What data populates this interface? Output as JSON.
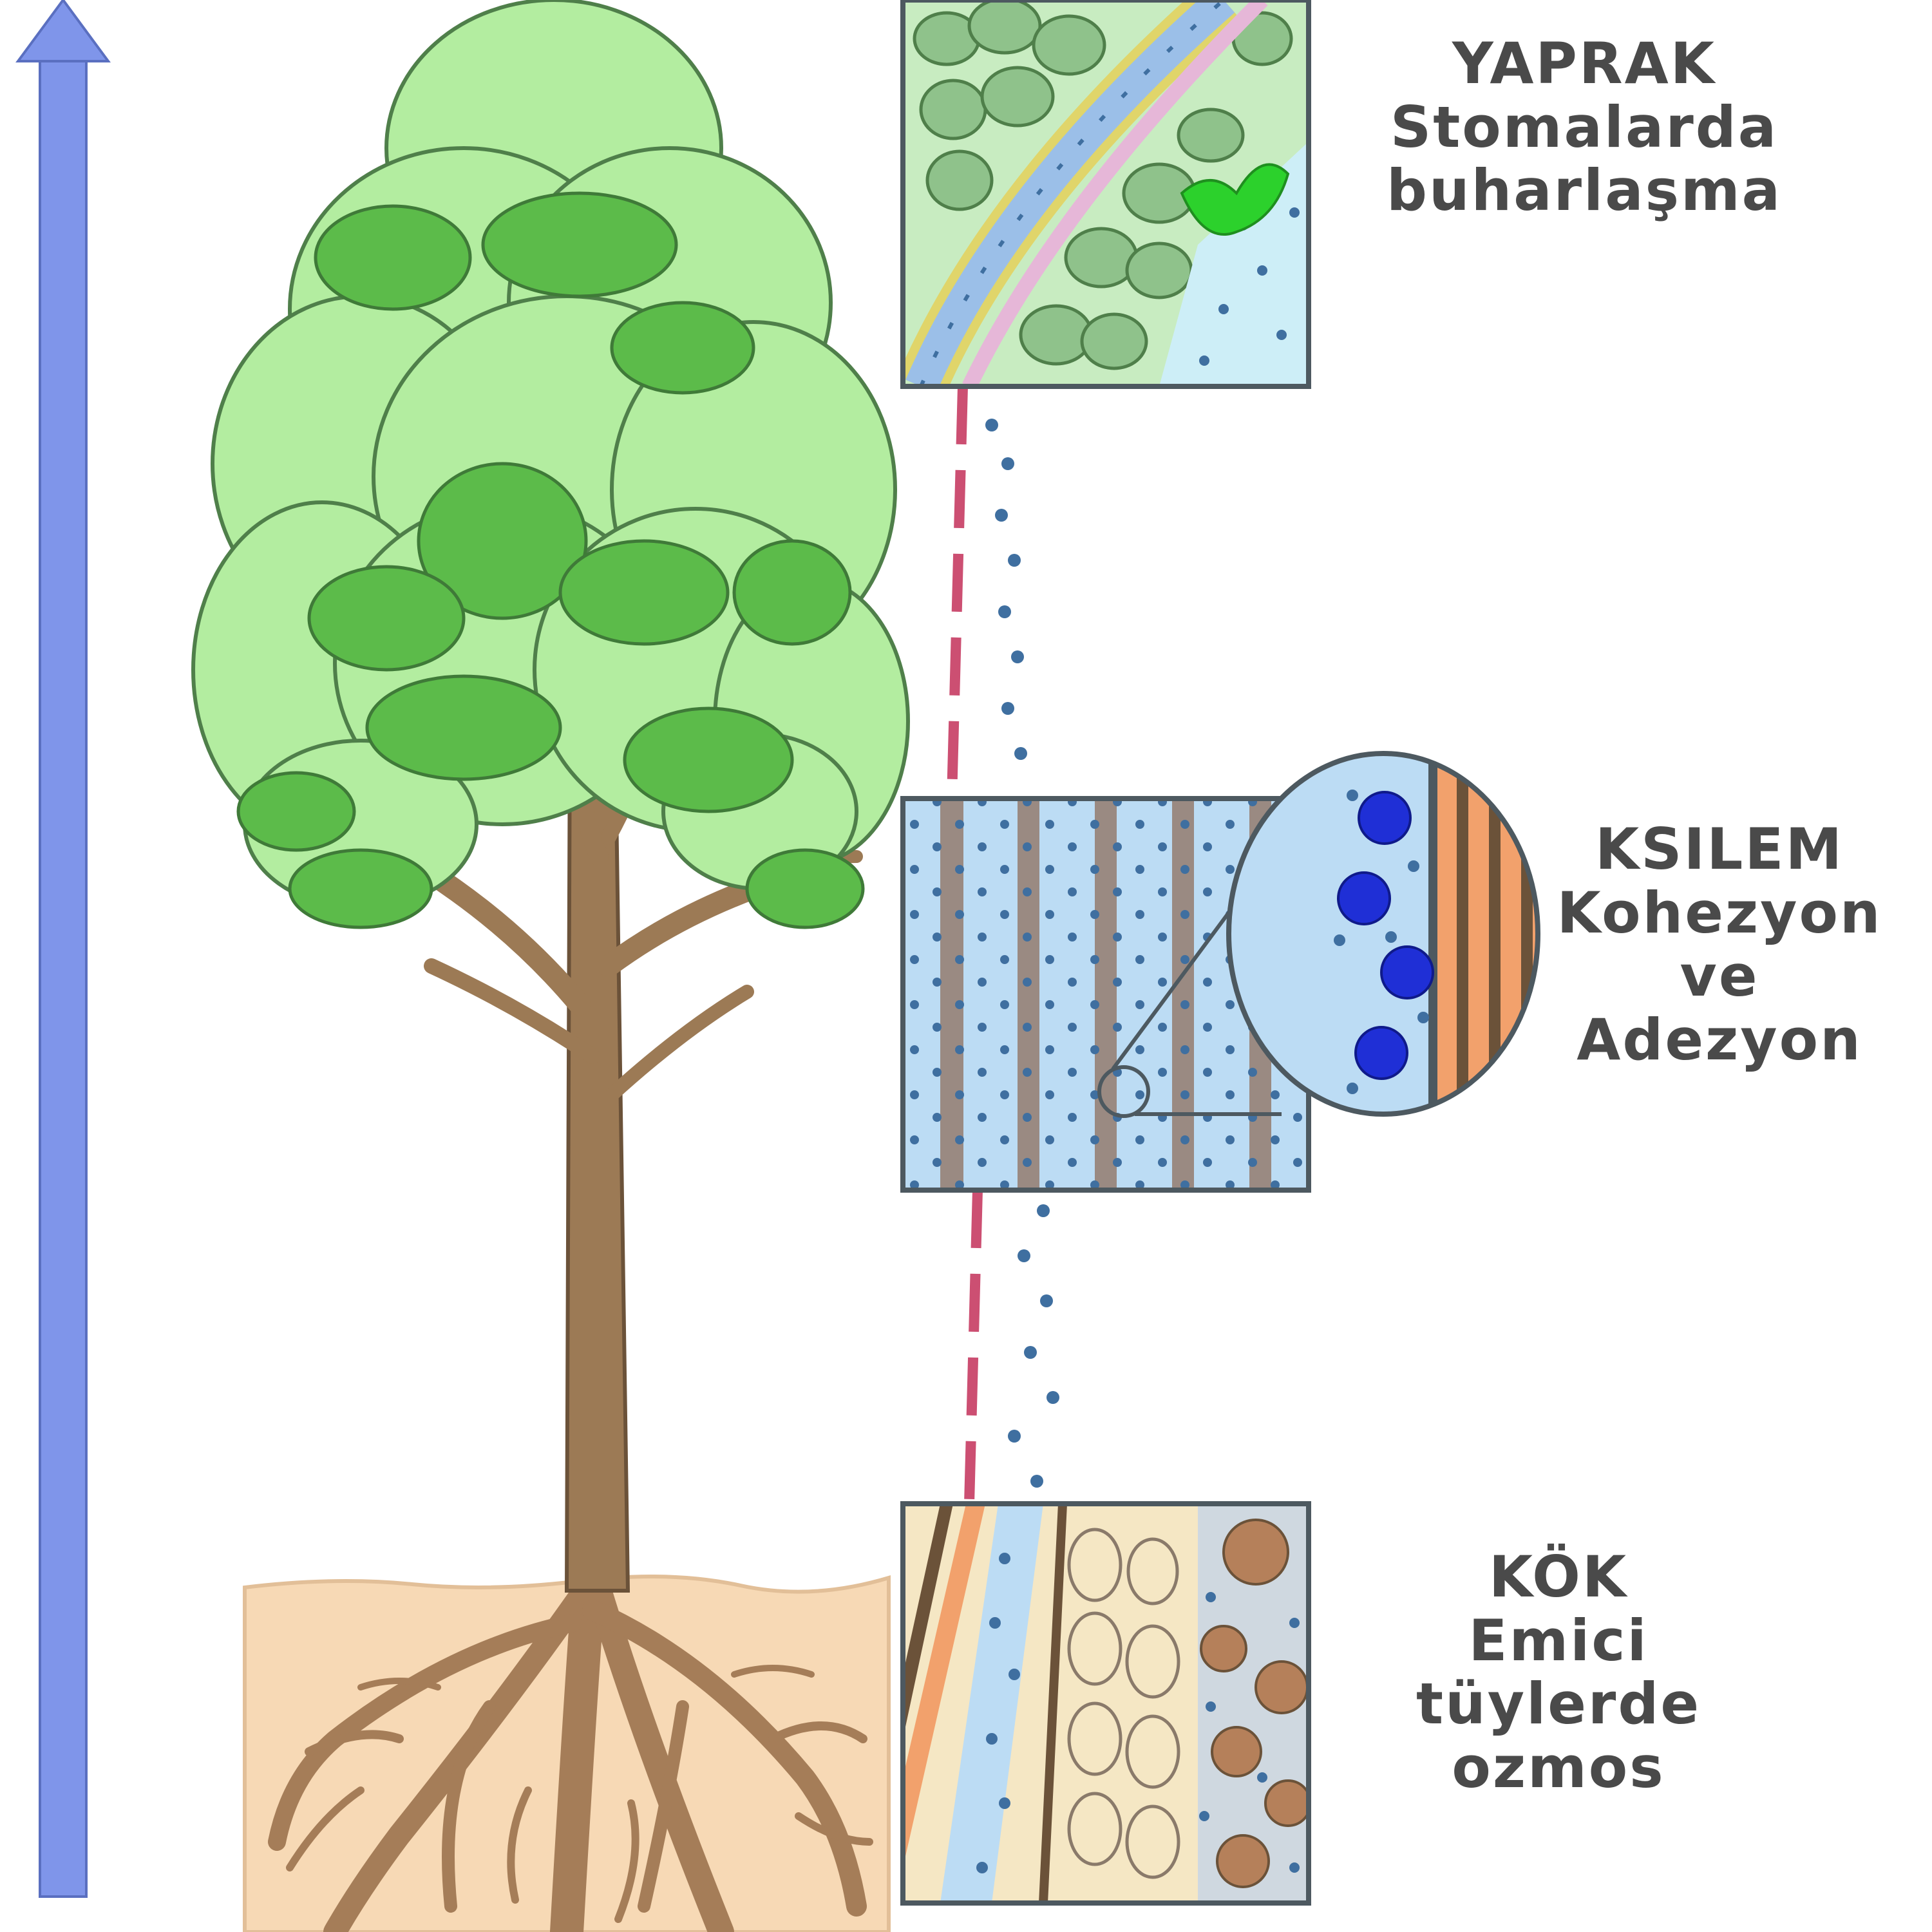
{
  "labels": {
    "leaf": {
      "title": "YAPRAK",
      "line1": "Stomalarda",
      "line2": "buharlaşma"
    },
    "xylem": {
      "title": "KSILEM",
      "line1": "Kohezyon",
      "line2": "ve",
      "line3": "Adezyon"
    },
    "root": {
      "title": "KÖK",
      "line1": "Emici",
      "line2": "tüylerde",
      "line3": "ozmos"
    }
  },
  "colors": {
    "arrow": "#7f95ea",
    "foliage_light": "#b3eda0",
    "foliage_dark": "#5cbb4a",
    "outline": "#4f7f4a",
    "trunk": "#9c7a55",
    "soil": "#f7d9b5",
    "roots": "#a57d58",
    "water_fill": "#bcdcf4",
    "water_dots": "#3f6fa0",
    "molecules": "#1f2fd6",
    "pink_line": "#cc4f72",
    "box_border": "#4d5960",
    "orange_wall": "#f2a16c"
  }
}
